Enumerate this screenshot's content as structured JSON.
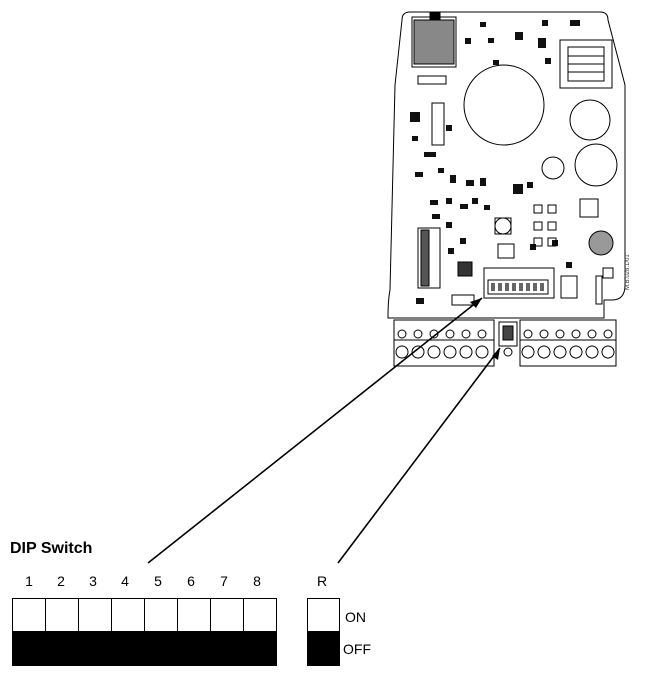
{
  "figure_code": "M.B.028.1/01",
  "dip_switch": {
    "heading": "DIP Switch",
    "numbers": [
      "1",
      "2",
      "3",
      "4",
      "5",
      "6",
      "7",
      "8"
    ],
    "r_label": "R",
    "on_label": "ON",
    "off_label": "OFF"
  }
}
